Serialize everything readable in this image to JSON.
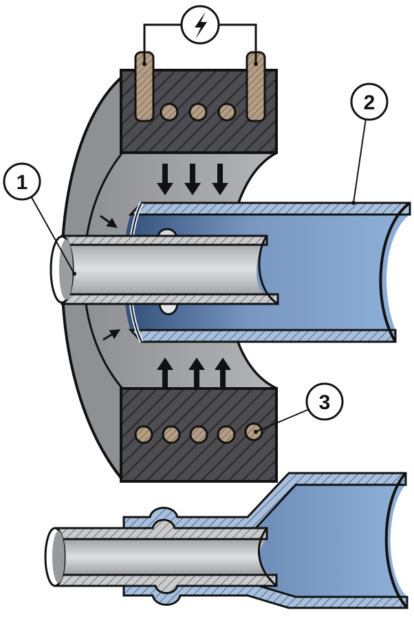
{
  "callouts": [
    {
      "label": "1"
    },
    {
      "label": "2"
    },
    {
      "label": "3"
    }
  ],
  "power_symbol": "⚡",
  "colors": {
    "outer_tube": "#b9bcbf",
    "inner_tube": "#7fa0c8",
    "coil_housing": "#4f4f53",
    "coil_turn": "#b49e86",
    "outline": "#111111"
  },
  "icons": [
    "lightning-icon",
    "force-arrow-icon"
  ]
}
